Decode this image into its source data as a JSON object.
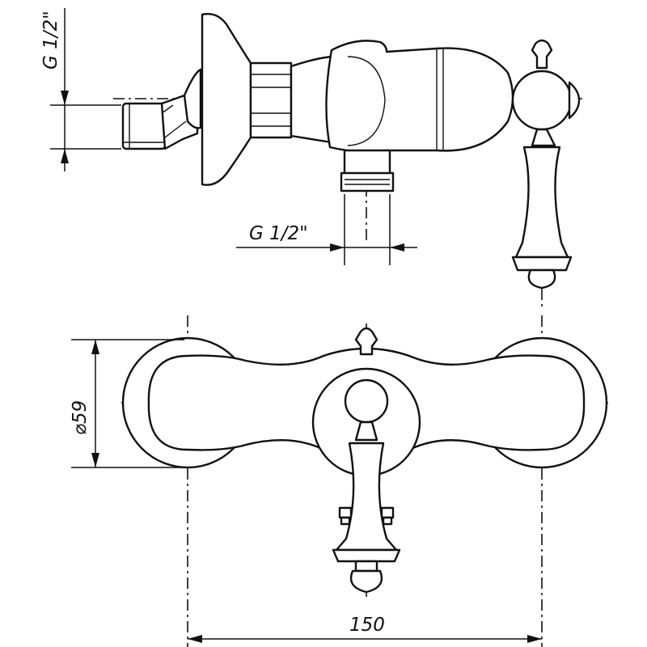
{
  "dimensions": {
    "side_inlet_thread": "G 1/2\"",
    "outlet_thread": "G 1/2\"",
    "rosette_diameter": "⌀59",
    "center_distance": "150"
  }
}
